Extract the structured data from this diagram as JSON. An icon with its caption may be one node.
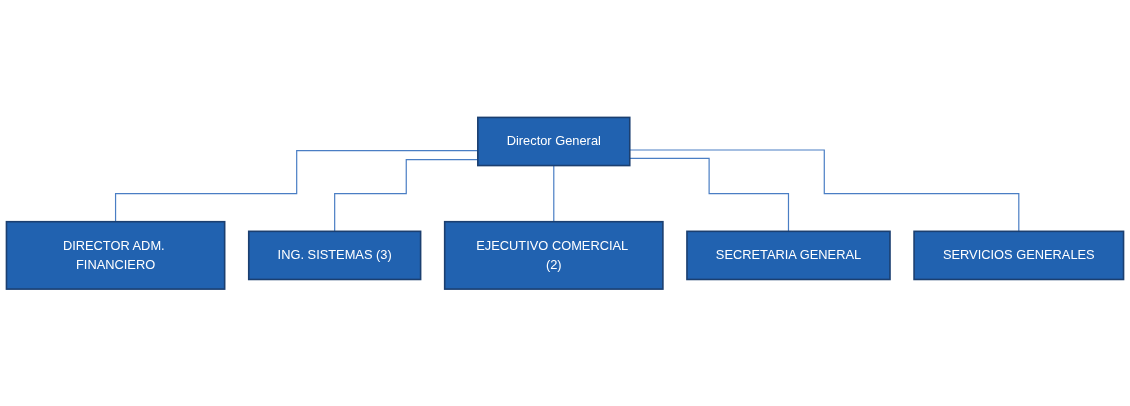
{
  "diagram": {
    "nodes": [
      {
        "text": [
          "Director General"
        ]
      },
      {
        "text": [
          "DIRECTOR ADM. FINANCIERO"
        ]
      },
      {
        "text": [
          "ING. SISTEMAS (3)"
        ]
      },
      {
        "text": [
          "EJECUTIVO COMERCIAL (2)"
        ]
      },
      {
        "text": [
          "SECRETARIA GENERAL"
        ]
      },
      {
        "text": [
          "SERVICIOS GENERALES"
        ]
      }
    ],
    "edges": [
      {
        "from": 0,
        "to": 1,
        "arrow": "none"
      },
      {
        "from": 0,
        "to": 2,
        "arrow": "none"
      },
      {
        "from": 0,
        "to": 3,
        "arrow": "none"
      },
      {
        "from": 0,
        "to": 4,
        "arrow": "none"
      },
      {
        "from": 0,
        "to": 5,
        "arrow": "none"
      }
    ]
  }
}
